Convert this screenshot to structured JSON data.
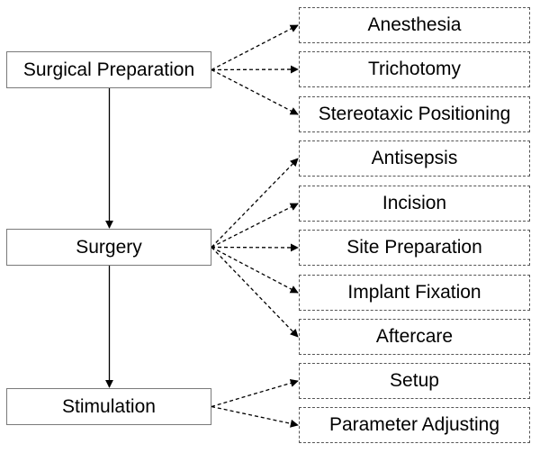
{
  "stages": [
    {
      "id": "prep",
      "label": "Surgical Preparation"
    },
    {
      "id": "surgery",
      "label": "Surgery"
    },
    {
      "id": "stim",
      "label": "Stimulation"
    }
  ],
  "steps": [
    {
      "id": "anesthesia",
      "label": "Anesthesia"
    },
    {
      "id": "trichotomy",
      "label": "Trichotomy"
    },
    {
      "id": "stereotaxic",
      "label": "Stereotaxic Positioning"
    },
    {
      "id": "antisepsis",
      "label": "Antisepsis"
    },
    {
      "id": "incision",
      "label": "Incision"
    },
    {
      "id": "site_prep",
      "label": "Site Preparation"
    },
    {
      "id": "implant",
      "label": "Implant Fixation"
    },
    {
      "id": "aftercare",
      "label": "Aftercare"
    },
    {
      "id": "setup",
      "label": "Setup"
    },
    {
      "id": "param",
      "label": "Parameter Adjusting"
    }
  ],
  "flow": [
    [
      "prep",
      "surgery"
    ],
    [
      "surgery",
      "stim"
    ]
  ],
  "branches": [
    [
      "prep",
      "anesthesia"
    ],
    [
      "prep",
      "trichotomy"
    ],
    [
      "prep",
      "stereotaxic"
    ],
    [
      "surgery",
      "antisepsis"
    ],
    [
      "surgery",
      "incision"
    ],
    [
      "surgery",
      "site_prep"
    ],
    [
      "surgery",
      "implant"
    ],
    [
      "surgery",
      "aftercare"
    ],
    [
      "stim",
      "setup"
    ],
    [
      "stim",
      "param"
    ]
  ],
  "colors": {
    "line": "#000000",
    "main_border": "#7a7a7a",
    "sub_border": "#555555"
  }
}
